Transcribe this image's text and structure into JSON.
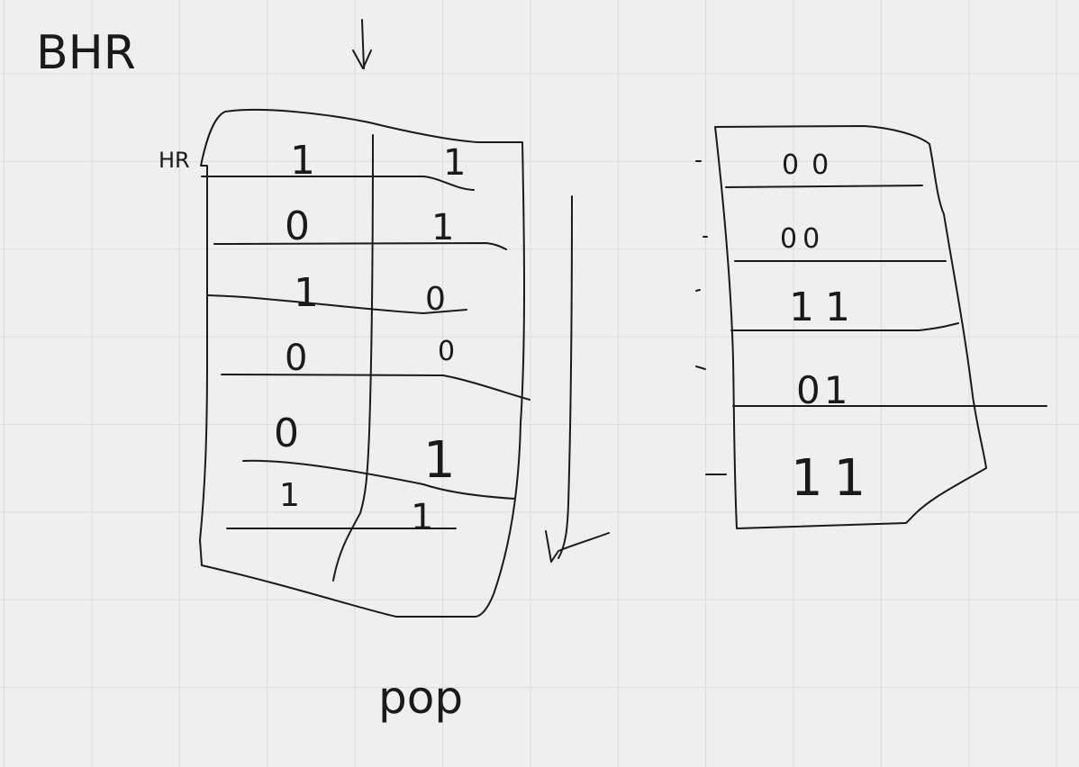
{
  "title": "BHR",
  "side_label": "HR",
  "bottom_label": "pop",
  "stack": {
    "rows": [
      {
        "left": "1",
        "right": "1"
      },
      {
        "left": "0",
        "right": "1"
      },
      {
        "left": "1",
        "right": "0"
      },
      {
        "left": "0",
        "right": "0"
      },
      {
        "left": "0",
        "right": "1"
      },
      {
        "left": "1",
        "right": "1"
      }
    ]
  },
  "table": {
    "rows": [
      "00",
      "00",
      "11",
      "01",
      "11"
    ]
  },
  "colors": {
    "ink": "#1a1a1a",
    "background": "#efefef",
    "grid": "#dcdcdc"
  }
}
